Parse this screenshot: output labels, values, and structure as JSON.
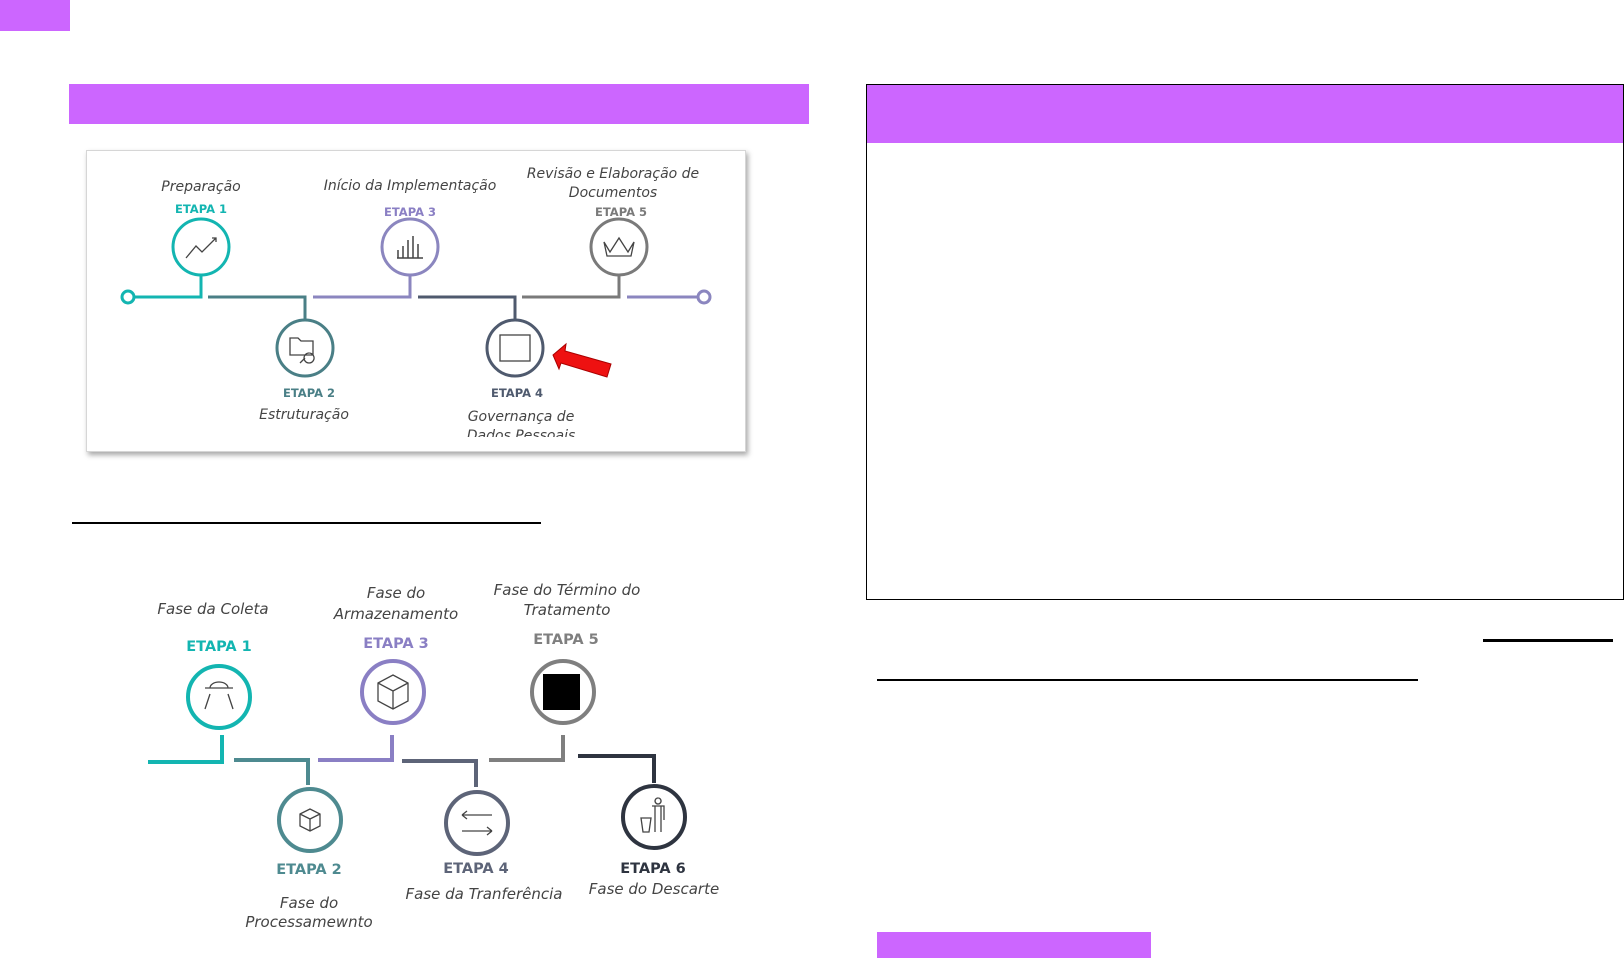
{
  "colors": {
    "accent": "#cc66ff",
    "teal": "#13b5b1",
    "purple": "#8a7fc4",
    "grey": "#7f7f7f",
    "dark": "#2e3440",
    "arrow": "#e11"
  },
  "roadmap": {
    "steps": [
      {
        "label": "ETAPA 1",
        "title": [
          "Preparação"
        ],
        "icon": "people-growth-icon"
      },
      {
        "label": "ETAPA 2",
        "title": [
          "Estruturação"
        ],
        "icon": "folder-search-icon"
      },
      {
        "label": "ETAPA 3",
        "title": [
          "Início da Implementação"
        ],
        "icon": "bar-chart-icon"
      },
      {
        "label": "ETAPA 4",
        "title": [
          "Governança de",
          "Dados Pessoais"
        ],
        "icon": "map-icon"
      },
      {
        "label": "ETAPA 5",
        "title": [
          "Revisão e Elaboração de",
          "Documentos"
        ],
        "icon": "crown-icon"
      }
    ]
  },
  "lifecycle": {
    "steps": [
      {
        "label": "ETAPA 1",
        "title": [
          "Fase da Coleta"
        ],
        "icon": "ufo-collect-icon"
      },
      {
        "label": "ETAPA 2",
        "title": [
          "Fase do",
          "Processamewnto"
        ],
        "icon": "box-cycle-icon"
      },
      {
        "label": "ETAPA 3",
        "title": [
          "Fase do",
          "Armazenamento"
        ],
        "icon": "box-icon"
      },
      {
        "label": "ETAPA 4",
        "title": [
          "Fase da Tranferência"
        ],
        "icon": "transfer-arrows-icon"
      },
      {
        "label": "ETAPA 5",
        "title": [
          "Fase do Término do",
          "Tratamento"
        ],
        "icon": "black-square-icon"
      },
      {
        "label": "ETAPA 6",
        "title": [
          "Fase do Descarte"
        ],
        "icon": "trash-person-icon"
      }
    ]
  }
}
